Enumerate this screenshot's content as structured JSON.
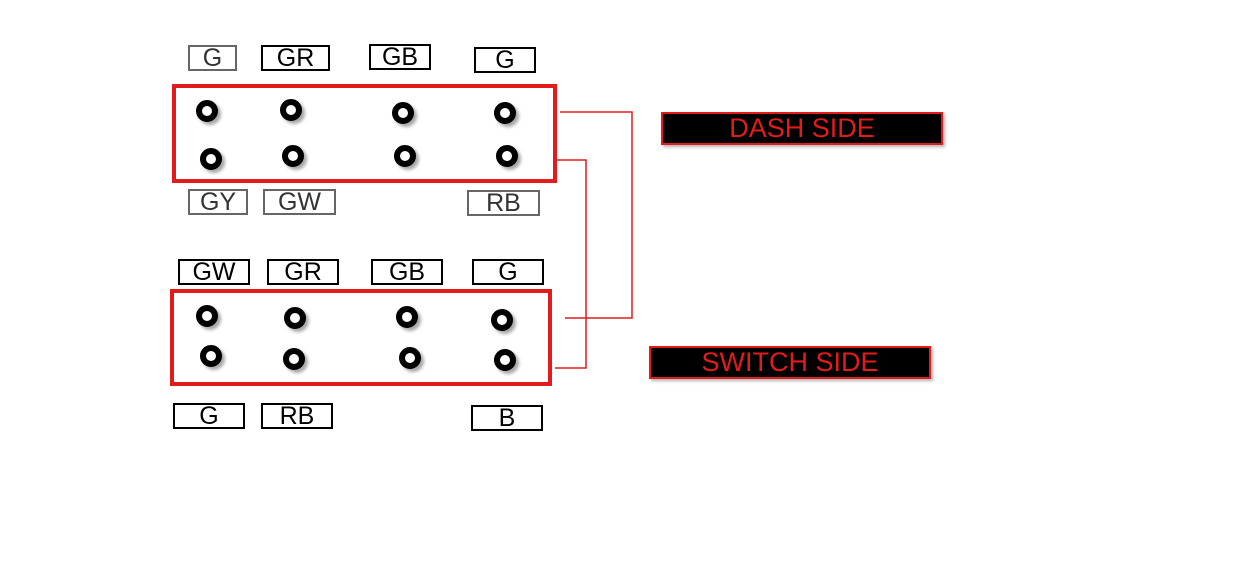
{
  "dash_connector": {
    "top_wires": [
      "G",
      "GR",
      "GB",
      "G"
    ],
    "bottom_wires": [
      "GY",
      "GW",
      "RB"
    ]
  },
  "switch_connector": {
    "top_wires": [
      "GW",
      "GR",
      "GB",
      "G"
    ],
    "bottom_wires": [
      "G",
      "RB",
      "B"
    ]
  },
  "labels": {
    "dash_side": "DASH SIDE",
    "switch_side": "SWITCH SIDE"
  },
  "colors": {
    "connector_outline": "#e41b1b",
    "side_label_bg": "#000000",
    "side_label_text": "#e41b1b"
  }
}
